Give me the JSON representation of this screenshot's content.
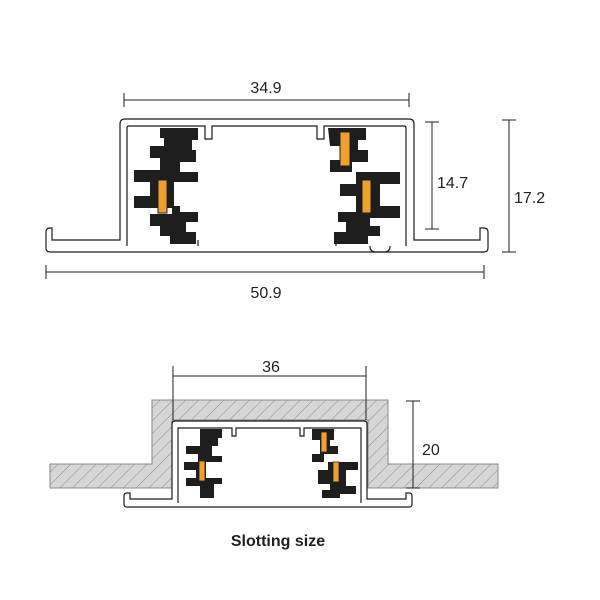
{
  "top_view": {
    "width_inner": "34.9",
    "height_inner": "14.7",
    "height_total": "17.2",
    "width_total": "50.9"
  },
  "slot_view": {
    "slot_width": "36",
    "slot_depth": "20",
    "caption": "Slotting size"
  },
  "colors": {
    "profile_stroke": "#1c1c1c",
    "conductor_orange": "#f2a02c",
    "insulator_dark": "#1e1e1e",
    "hatch_fill": "#d9d9d9",
    "dimension_line": "#1f1f1f"
  }
}
